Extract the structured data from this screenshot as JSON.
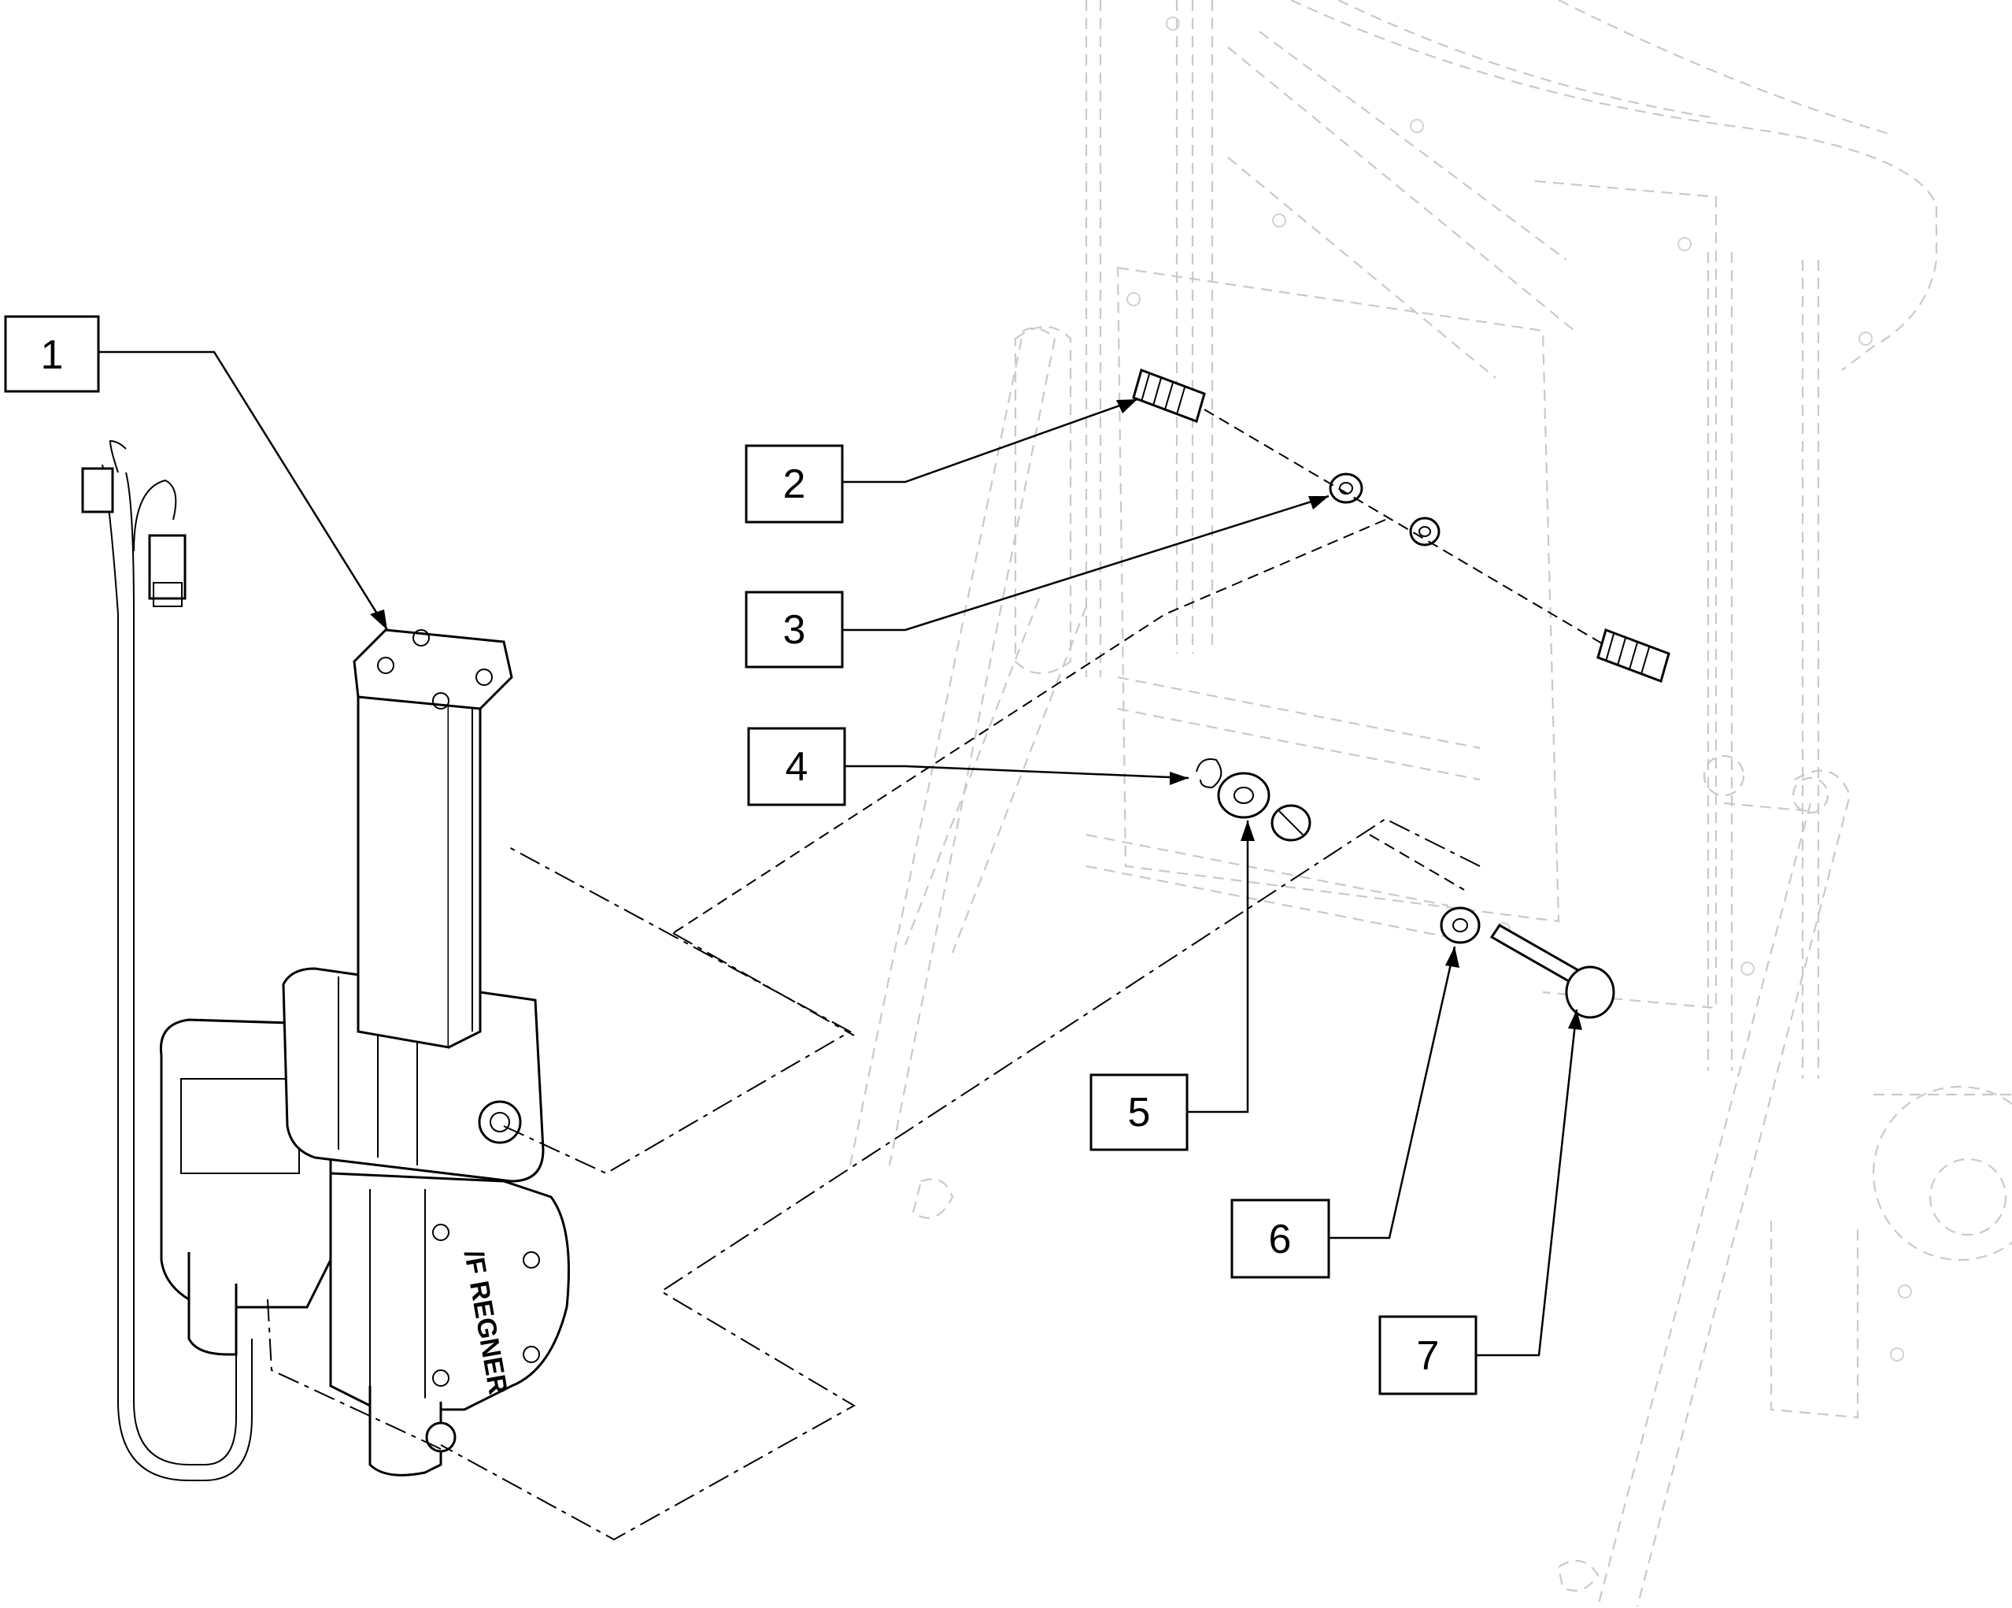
{
  "callouts": [
    {
      "id": "1",
      "label": "1"
    },
    {
      "id": "2",
      "label": "2"
    },
    {
      "id": "3",
      "label": "3"
    },
    {
      "id": "4",
      "label": "4"
    },
    {
      "id": "5",
      "label": "5"
    },
    {
      "id": "6",
      "label": "6"
    },
    {
      "id": "7",
      "label": "7"
    }
  ],
  "actuator": {
    "brand_text": "/F REGNER"
  },
  "colors": {
    "line": "#000000",
    "ghost": "#c9c9c9",
    "background": "#ffffff"
  }
}
